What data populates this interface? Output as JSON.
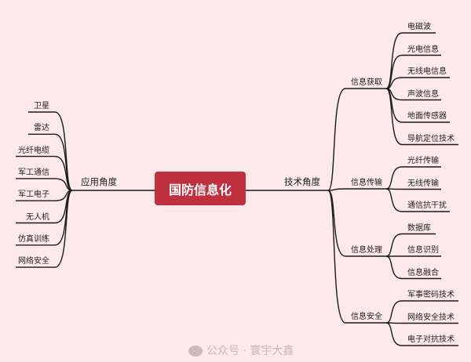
{
  "center": "国防信息化",
  "left": {
    "label": "应用角度",
    "items": [
      "卫星",
      "雷达",
      "光纤电缆",
      "军工通信",
      "军工电子",
      "无人机",
      "仿真训练",
      "网络安全"
    ]
  },
  "right": {
    "label": "技术角度",
    "groups": [
      {
        "label": "信息获取",
        "items": [
          "电磁波",
          "光电信息",
          "无线电信息",
          "声波信息",
          "地面传感器",
          "导航定位技术"
        ]
      },
      {
        "label": "信息传输",
        "items": [
          "光纤传输",
          "无线传输",
          "通信抗干扰"
        ]
      },
      {
        "label": "信息处理",
        "items": [
          "数据库",
          "信息识别",
          "信息融合"
        ]
      },
      {
        "label": "信息安全",
        "items": [
          "军事密码技术",
          "网络安全技术",
          "电子对抗技术"
        ]
      }
    ]
  },
  "watermark": "公众号 · 寰宇大鑫",
  "colors": {
    "background": "#fde9e9",
    "center": "#c0313f",
    "line": "#1a1a1a"
  }
}
